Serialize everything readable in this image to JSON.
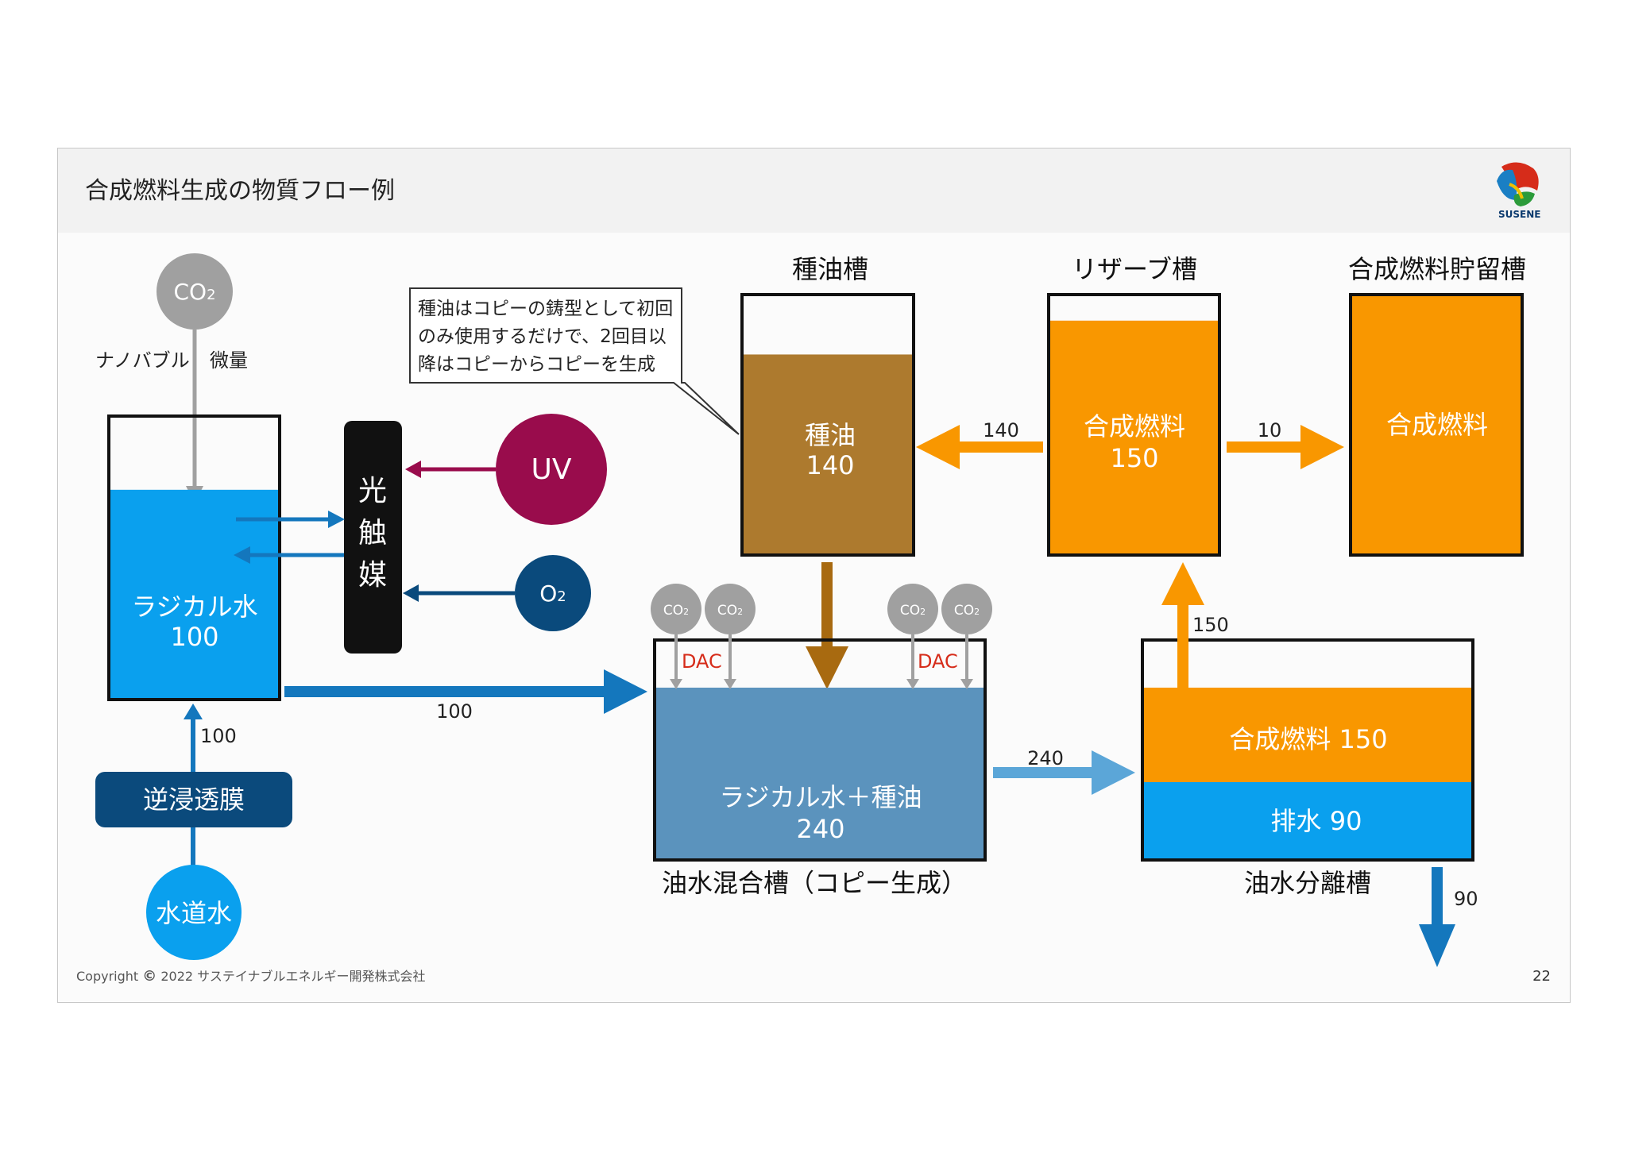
{
  "slide": {
    "title": "合成燃料生成の物質フロー例",
    "logo_text": "SUSENE",
    "copyright": "Copyright ",
    "copyright_symbol": "©",
    "copyright_rest": " 2022 サステイナブルエネルギー開発株式会社",
    "page_number": "22"
  },
  "colors": {
    "radical_water": "#0aa0ee",
    "seed_oil": "#ad7a2e",
    "synthetic_fuel": "#f99700",
    "mixed": "#5b93bd",
    "membrane": "#0b4a7c",
    "uv": "#990c4c",
    "o2": "#0a4a7c",
    "co2": "#a0a0a0",
    "dac": "#d62c1a"
  },
  "inputs": {
    "co2": "CO2",
    "co2_text": "CO",
    "co2_sub": "2",
    "nanobubble": "ナノバブル",
    "trace": "微量",
    "uv": "UV",
    "o2_text": "O",
    "o2_sub": "2",
    "tap_water": "水道水",
    "membrane": "逆浸透膜"
  },
  "photocatalyst": [
    "光",
    "触",
    "媒"
  ],
  "tanks": {
    "radical": {
      "line1": "ラジカル水",
      "line2": "100",
      "fill": 0.74
    },
    "seed": {
      "title": "種油槽",
      "line1": "種油",
      "line2": "140",
      "fill": 0.77
    },
    "reserve": {
      "title": "リザーブ槽",
      "line1": "合成燃料",
      "line2": "150",
      "fill": 0.9
    },
    "storage": {
      "title": "合成燃料貯留槽",
      "line1": "合成燃料",
      "fill": 1.0
    },
    "mixing": {
      "title": "油水混合槽（コピー生成）",
      "line1": "ラジカル水＋種油",
      "line2": "240",
      "dac": "DAC"
    },
    "separation": {
      "title": "油水分離槽",
      "fuel": "合成燃料 150",
      "drain": "排水 90"
    }
  },
  "callout": {
    "lines": [
      "種油はコピーの鋳型として初回",
      "のみ使用するだけで、2回目以",
      "降はコピーからコピーを生成"
    ]
  },
  "flows": {
    "membrane_to_radical": "100",
    "radical_to_mixing": "100",
    "reserve_to_seed": "140",
    "reserve_to_storage": "10",
    "mixing_to_separation": "240",
    "separation_to_reserve": "150",
    "drain_out": "90"
  }
}
